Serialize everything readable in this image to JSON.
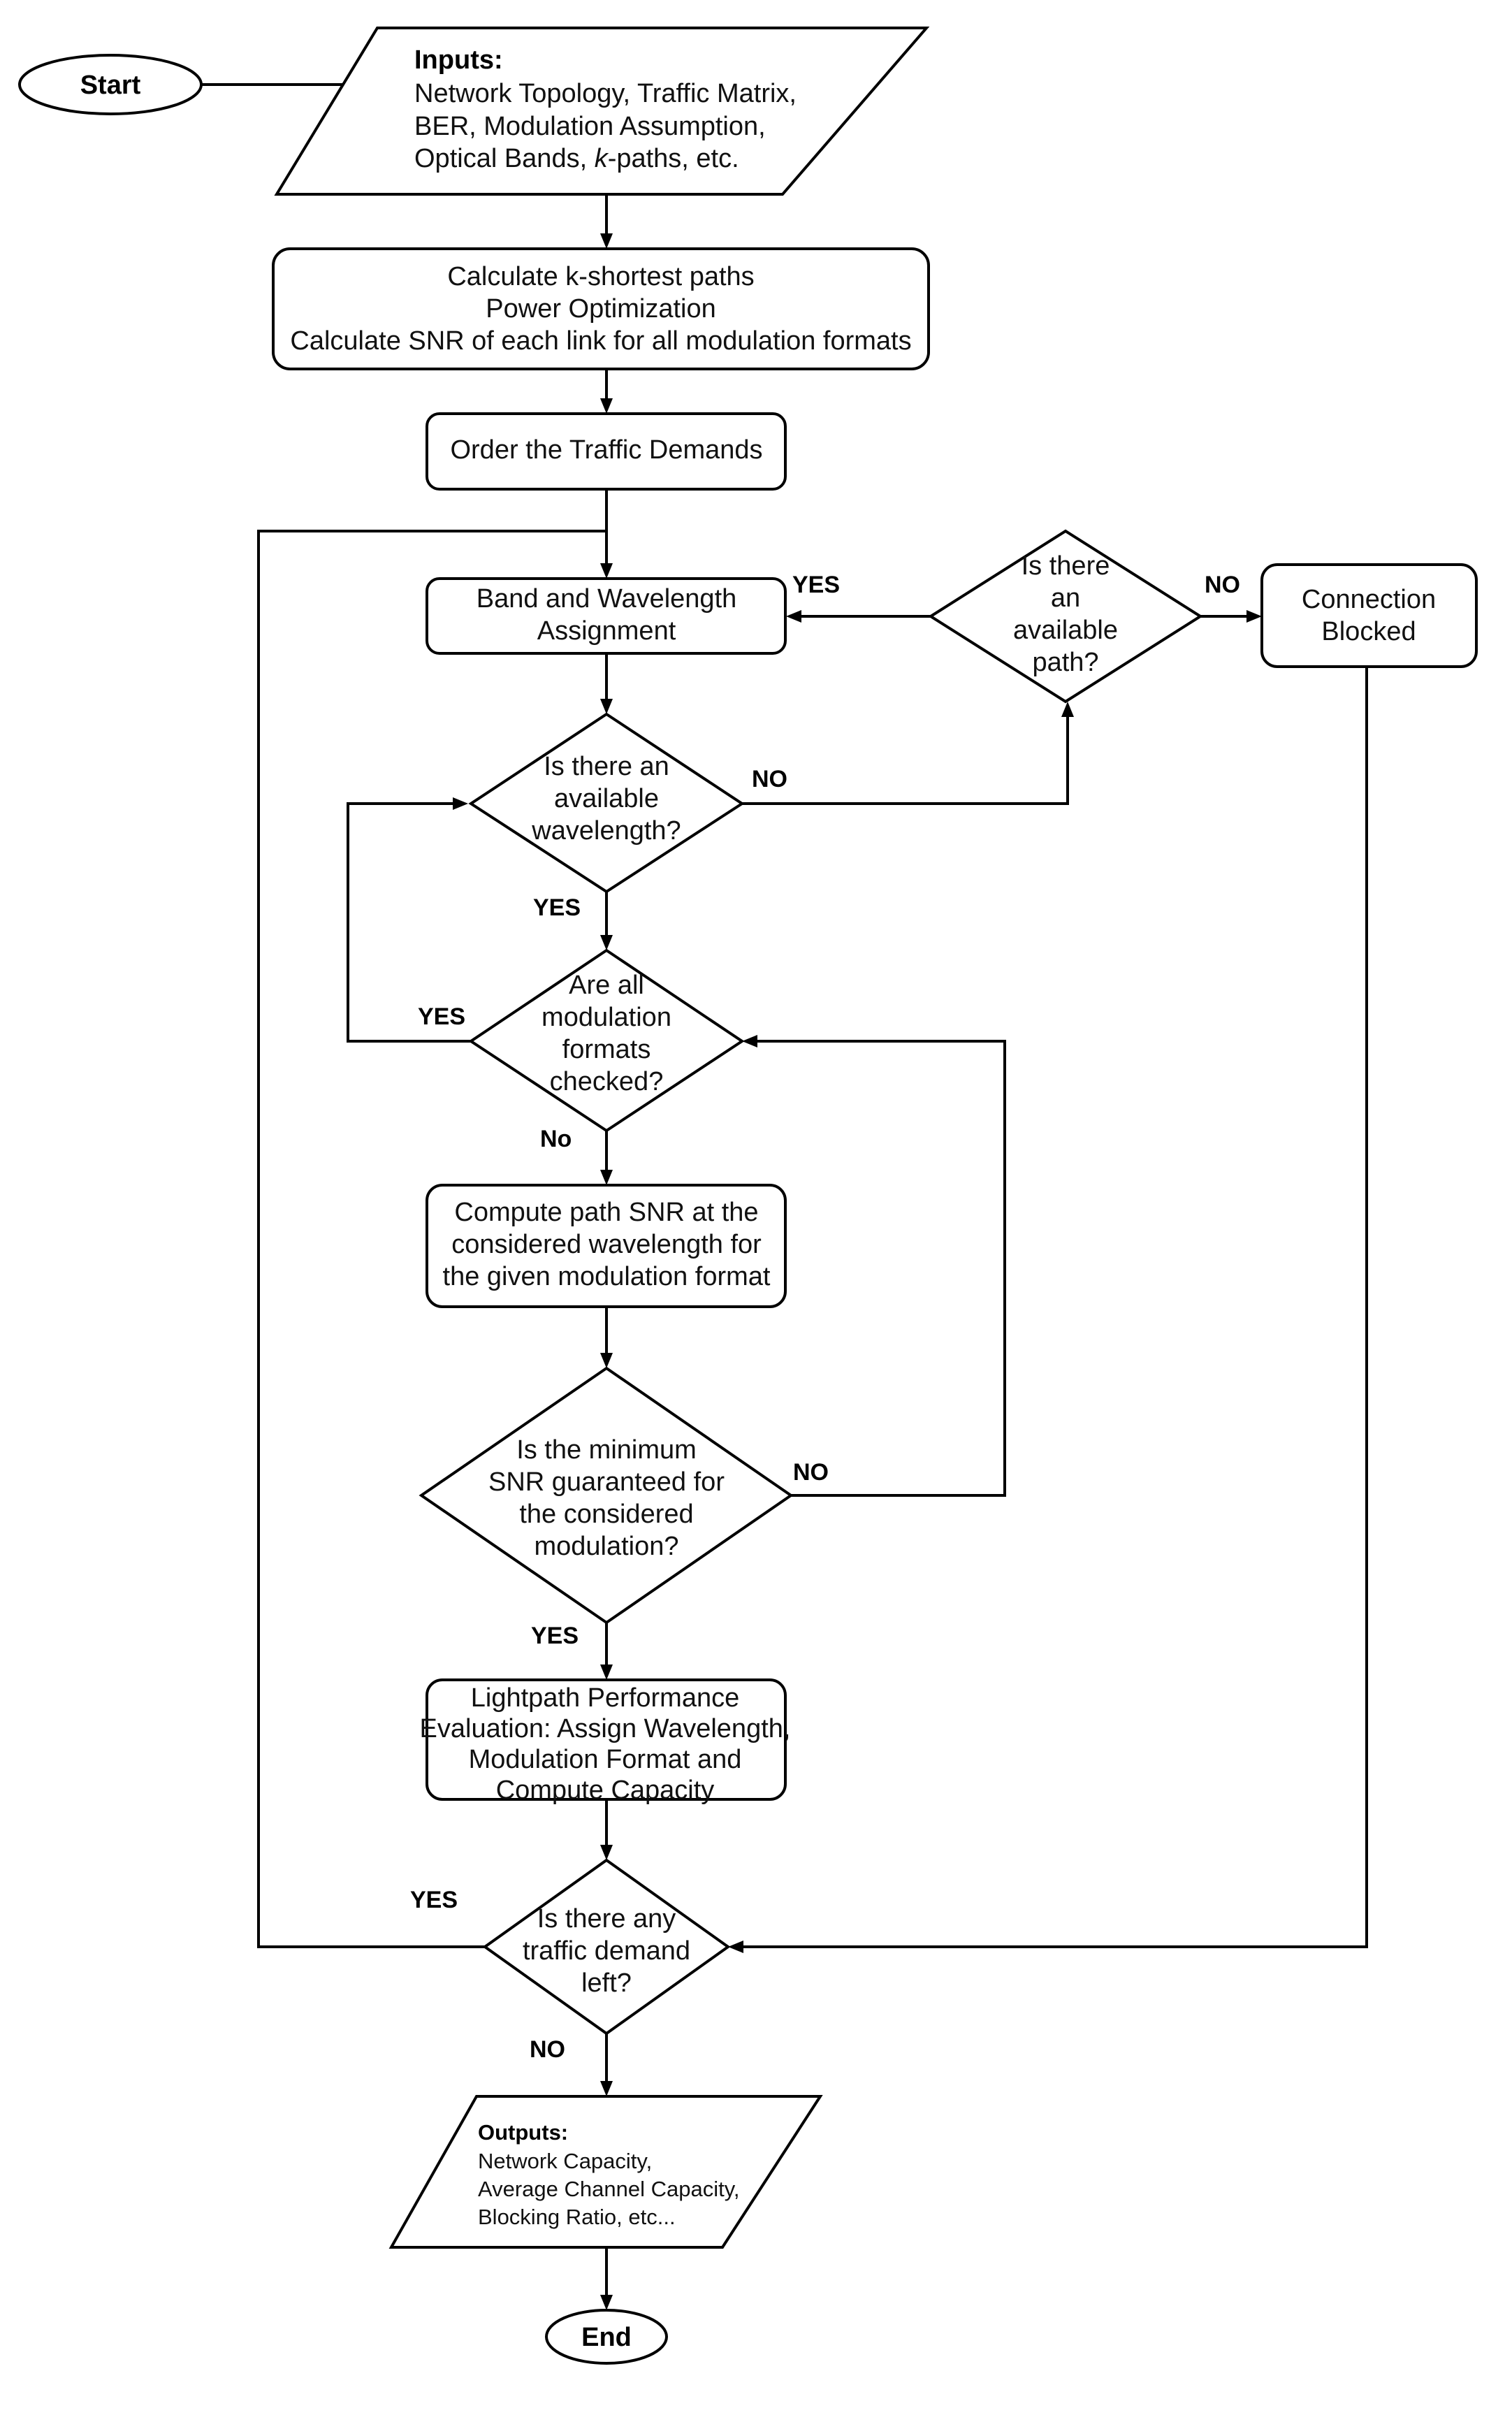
{
  "nodes": {
    "start": {
      "label": "Start"
    },
    "inputs": {
      "heading": "Inputs:",
      "lines": [
        "Network Topology, Traffic Matrix,",
        "BER, Modulation Assumption,"
      ],
      "line3_before": "Optical Bands, ",
      "line3_italic": "k",
      "line3_after": "-paths, etc."
    },
    "preprocess": {
      "lines": [
        "Calculate k-shortest paths",
        "Power Optimization",
        "Calculate SNR of each link for all modulation formats"
      ]
    },
    "order": {
      "lines": [
        "Order the Traffic Demands"
      ]
    },
    "assign": {
      "lines": [
        "Band and Wavelength",
        "Assignment"
      ]
    },
    "path_q": {
      "lines": [
        "Is there",
        "an",
        "available",
        "path?"
      ]
    },
    "blocked": {
      "lines": [
        "Connection",
        "Blocked"
      ]
    },
    "wave_q": {
      "lines": [
        "Is there an",
        "available",
        "wavelength?"
      ]
    },
    "mod_q": {
      "lines": [
        "Are all",
        "modulation",
        "formats",
        "checked?"
      ]
    },
    "compute": {
      "lines": [
        "Compute path SNR at the",
        "considered wavelength for",
        "the given modulation format"
      ]
    },
    "snr_q": {
      "lines": [
        "Is the minimum",
        "SNR guaranteed for",
        "the considered",
        "modulation?"
      ]
    },
    "evaluate": {
      "lines": [
        "Lightpath Performance",
        "Evaluation: Assign Wavelength,",
        "Modulation Format and",
        "Compute Capacity"
      ]
    },
    "demand_q": {
      "lines": [
        "Is there any",
        "traffic demand",
        "left?"
      ]
    },
    "outputs": {
      "heading": "Outputs:",
      "lines": [
        "Network Capacity,",
        "Average Channel Capacity,",
        "Blocking Ratio, etc..."
      ]
    },
    "end": {
      "label": "End"
    }
  },
  "edge_labels": {
    "path_yes": "YES",
    "path_no": "NO",
    "wave_no": "NO",
    "wave_yes": "YES",
    "mod_yes": "YES",
    "mod_no": "No",
    "snr_no": "NO",
    "snr_yes": "YES",
    "demand_yes": "YES",
    "demand_no": "NO"
  }
}
